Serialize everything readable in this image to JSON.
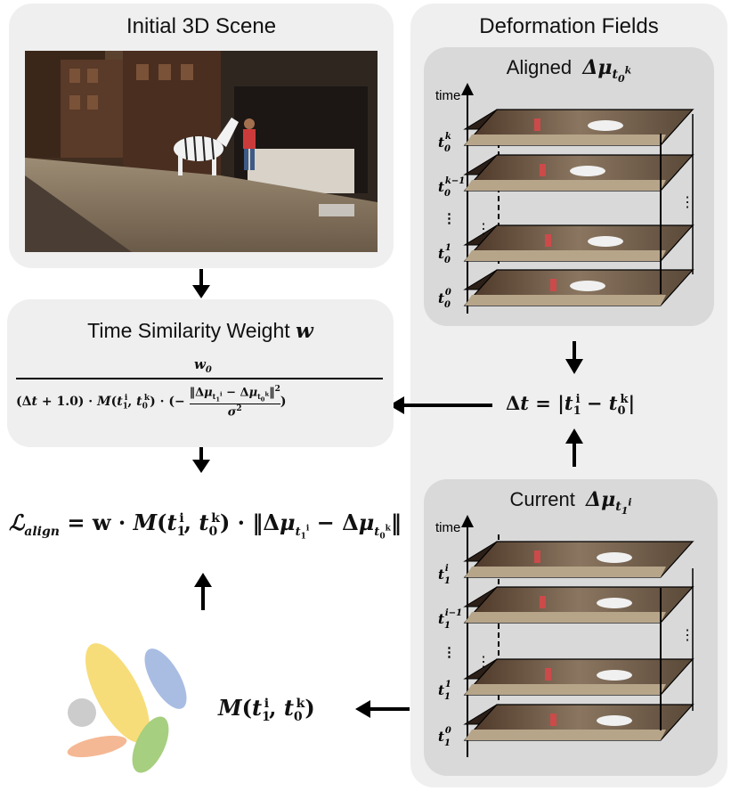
{
  "panels": {
    "initial_scene": {
      "title": "Initial 3D Scene"
    },
    "deformation_fields": {
      "title": "Deformation Fields"
    },
    "aligned": {
      "title_text": "Aligned",
      "title_sym": "Δμ",
      "title_sub": "t",
      "title_subsub": "0",
      "title_subsup": "k"
    },
    "current": {
      "title_text": "Current",
      "title_sym": "Δμ",
      "title_sub": "t",
      "title_subsub": "1",
      "title_subsup": "i"
    },
    "time_similarity": {
      "title_text": "Time Similarity Weight",
      "title_var": "w"
    },
    "motion_mask": {
      "title": "Motion Mask"
    }
  },
  "aligned_stack": {
    "axis_label": "time",
    "labels": [
      "t0k",
      "t0k-1",
      "⋮",
      "t01",
      "t00"
    ]
  },
  "current_stack": {
    "axis_label": "time",
    "labels": [
      "t1i",
      "t1i-1",
      "⋮",
      "t11",
      "t10"
    ]
  },
  "formulas": {
    "weight_numerator": "w0",
    "delta_t": "Δt = |t1i − t0k|",
    "loss": "ℒalign = w · M(t1i, t0k) · ‖Δμt1i − Δμt0k‖",
    "mask": "M(t1i, t0k)"
  },
  "colors": {
    "panel_bg": "#efefef",
    "subpanel_bg": "#d9d9d9",
    "mask_yellow": "#f7dd7a",
    "mask_blue": "#a9bde3",
    "mask_gray": "#cccccc",
    "mask_orange": "#f5b894",
    "mask_green": "#a6cf7f"
  },
  "icons": [
    "down-arrow",
    "up-arrow",
    "left-arrow"
  ]
}
